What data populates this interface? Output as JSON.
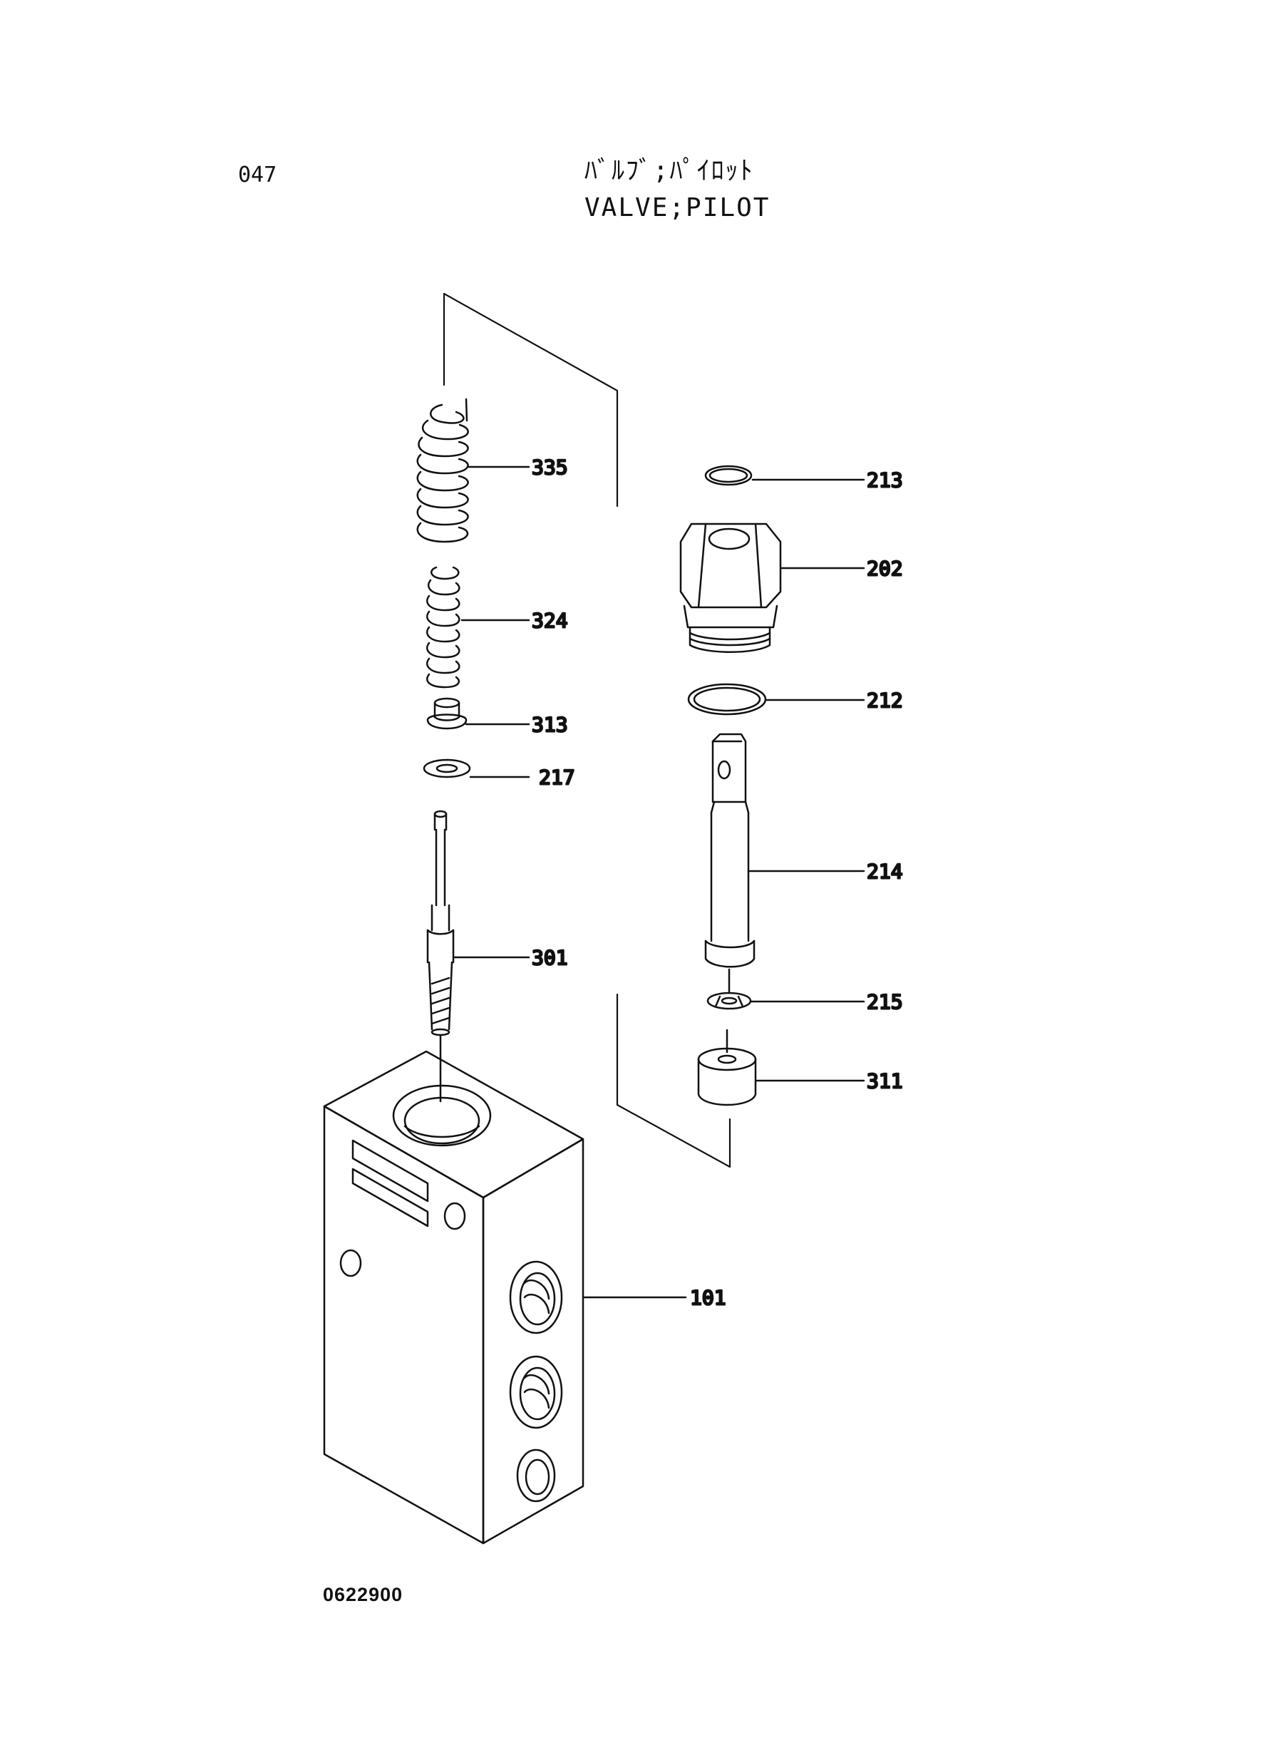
{
  "header": {
    "page_number": "047",
    "title_jp": "ﾊﾞﾙﾌﾞ;ﾊﾟｲﾛｯﾄ",
    "title_en": "VALVE;PILOT"
  },
  "footer": {
    "doc_code": "0622900"
  },
  "callouts": {
    "c335": "335",
    "c324": "324",
    "c313": "313",
    "c217": "217",
    "c301": "301",
    "c213": "213",
    "c202": "202",
    "c212": "212",
    "c214": "214",
    "c215": "215",
    "c311": "311",
    "c101": "101"
  }
}
